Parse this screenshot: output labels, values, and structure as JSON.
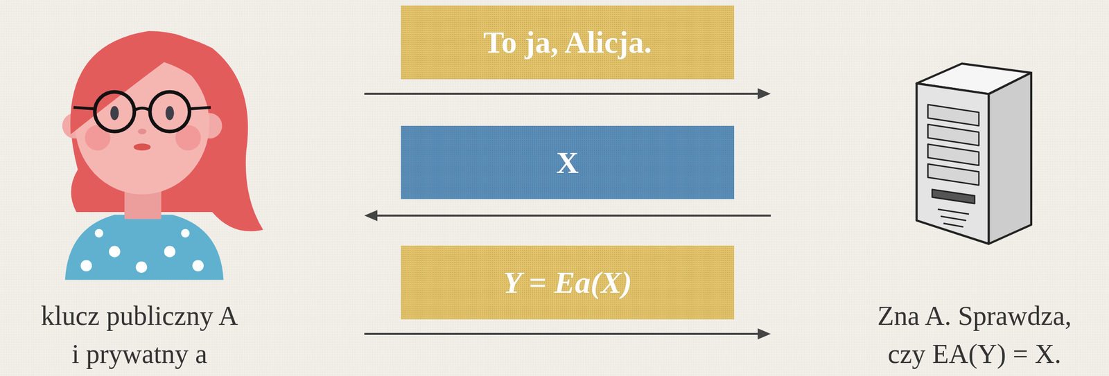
{
  "diagram": {
    "nodes": [
      {
        "text": [
          "klucz publiczny A i prywatny a"
        ]
      },
      {
        "text": [
          "Zna A. Sprawdza, czy EA(Y) = X."
        ]
      }
    ],
    "edges": [
      {
        "from": 0,
        "to": 1,
        "arrow": "to",
        "label": "To ja, Alicja."
      },
      {
        "from": 1,
        "to": 0,
        "arrow": "to",
        "label": "X"
      },
      {
        "from": 0,
        "to": 1,
        "arrow": "to",
        "label": "Y = Ea(X)"
      }
    ]
  }
}
